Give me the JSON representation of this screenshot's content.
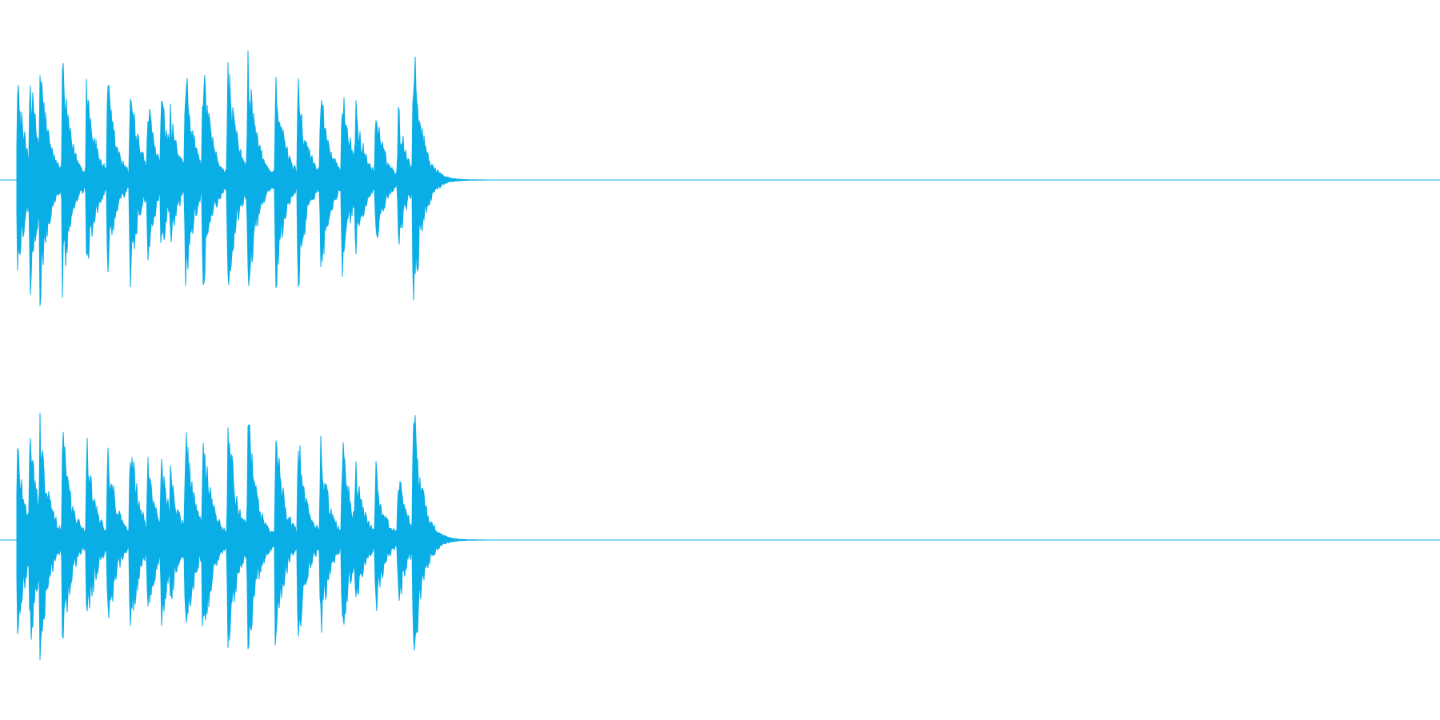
{
  "waveform": {
    "color": "#0aaee6",
    "background": "#ffffff",
    "channels": [
      {
        "name": "left"
      },
      {
        "name": "right"
      }
    ],
    "clip": {
      "start_fraction": 0.012,
      "end_fraction": 0.36,
      "hits": [
        {
          "t": 0.0,
          "amp": 0.7
        },
        {
          "t": 0.025,
          "amp": 0.78
        },
        {
          "t": 0.045,
          "amp": 0.85
        },
        {
          "t": 0.09,
          "amp": 0.8
        },
        {
          "t": 0.138,
          "amp": 0.73
        },
        {
          "t": 0.18,
          "amp": 0.7
        },
        {
          "t": 0.225,
          "amp": 0.75
        },
        {
          "t": 0.26,
          "amp": 0.57
        },
        {
          "t": 0.287,
          "amp": 0.62
        },
        {
          "t": 0.305,
          "amp": 0.5
        },
        {
          "t": 0.335,
          "amp": 0.8
        },
        {
          "t": 0.37,
          "amp": 0.83
        },
        {
          "t": 0.42,
          "amp": 0.85
        },
        {
          "t": 0.46,
          "amp": 0.88
        },
        {
          "t": 0.515,
          "amp": 0.79
        },
        {
          "t": 0.56,
          "amp": 0.75
        },
        {
          "t": 0.605,
          "amp": 0.69
        },
        {
          "t": 0.648,
          "amp": 0.72
        },
        {
          "t": 0.675,
          "amp": 0.55
        },
        {
          "t": 0.715,
          "amp": 0.52
        },
        {
          "t": 0.76,
          "amp": 0.5
        },
        {
          "t": 0.79,
          "amp": 0.98
        }
      ]
    }
  }
}
